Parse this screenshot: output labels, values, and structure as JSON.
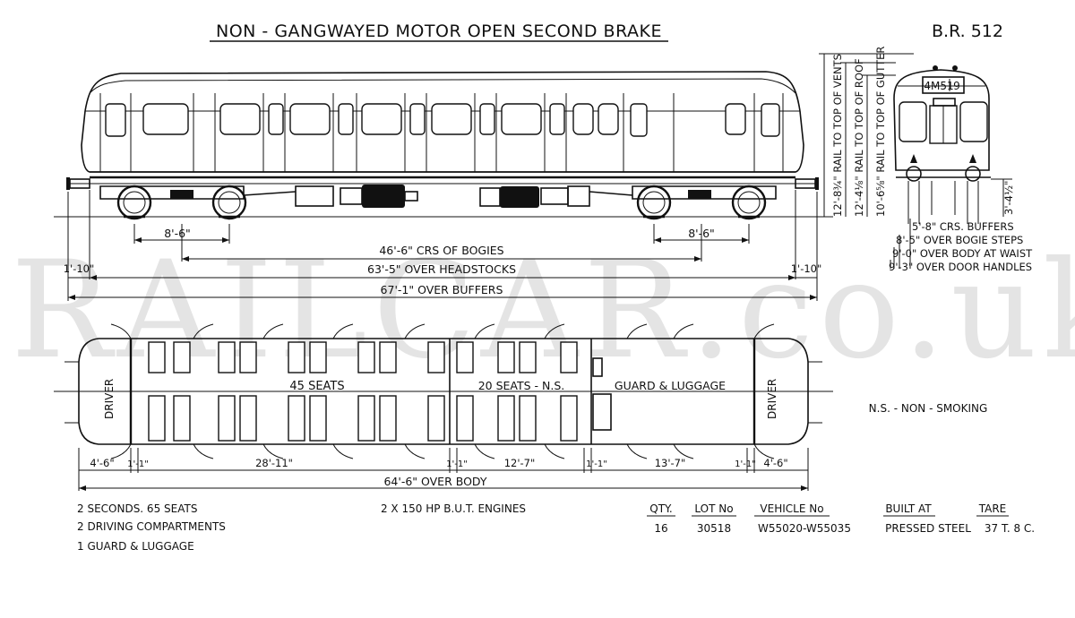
{
  "title": "NON - GANGWAYED MOTOR OPEN SECOND BRAKE",
  "diagram_no": "B.R. 512",
  "watermark": "RAILCAR.co.uk",
  "end_view": {
    "headcode": "4M51",
    "headcode_end": "9"
  },
  "side_dimensions": {
    "bogie_wheelbase_left": "8'-6\"",
    "bogie_wheelbase_right": "8'-6\"",
    "bogie_centres": "46'-6\" CRS OF BOGIES",
    "over_headstocks": "63'-5\" OVER HEADSTOCKS",
    "overhang_left": "1'-10\"",
    "overhang_right": "1'-10\"",
    "over_buffers": "67'-1\" OVER BUFFERS"
  },
  "height_dimensions": [
    "12'-8¾\" RAIL TO TOP OF VENTS",
    "12'-4⅛\" RAIL TO TOP OF ROOF",
    "10'-6⅝\" RAIL TO TOP OF GUTTER"
  ],
  "buffer_height": "3'-4½\"",
  "width_dimensions": [
    "5'-8\" CRS. BUFFERS",
    "8'-5\" OVER BOGIE STEPS",
    "9'-0\" OVER BODY AT WAIST",
    "9'-3\" OVER DOOR HANDLES"
  ],
  "plan_labels": {
    "driver_left": "DRIVER",
    "seats_main": "45 SEATS",
    "seats_ns": "20 SEATS - N.S.",
    "guard": "GUARD & LUGGAGE",
    "driver_right": "DRIVER"
  },
  "plan_dimensions": [
    "4'-6\"",
    "1'-1\"",
    "28'-11\"",
    "1'-1\"",
    "12'-7\"",
    "1'-1\"",
    "13'-7\"",
    "1'-1\"",
    "4'-6\""
  ],
  "over_body": "64'-6\" OVER BODY",
  "legend": "N.S. - NON - SMOKING",
  "summary": [
    "2 SECONDS. 65 SEATS",
    "2 DRIVING COMPARTMENTS",
    "1 GUARD & LUGGAGE"
  ],
  "engines": "2 X 150 HP B.U.T. ENGINES",
  "table": {
    "headers": [
      "QTY.",
      "LOT No",
      "VEHICLE No",
      "BUILT AT",
      "TARE"
    ],
    "row": [
      "16",
      "30518",
      "W55020-W55035",
      "PRESSED STEEL",
      "37 T.  8 C."
    ]
  }
}
